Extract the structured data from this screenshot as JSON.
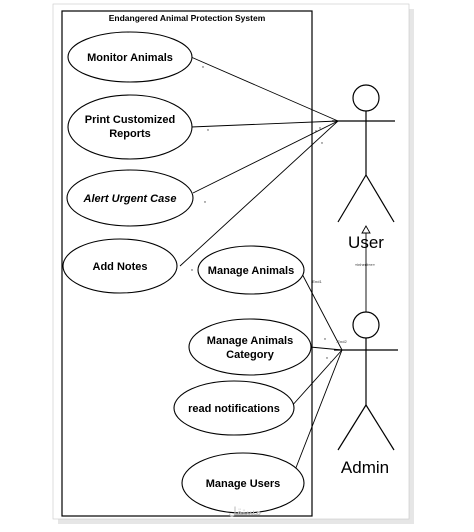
{
  "system": {
    "title": "Endangered Animal Protection System"
  },
  "use_cases": {
    "monitor": "Monitor Animals",
    "print_line1": "Print Customized",
    "print_line2": "Reports",
    "alert": "Alert  Urgent Case",
    "add_notes": "Add Notes",
    "manage_animals": "Manage Animals",
    "category_line1": "Manage Animals",
    "category_line2": "Category",
    "read_notifications": "read notifications",
    "manage_users": "Manage Users"
  },
  "actors": {
    "user": "User",
    "admin": "Admin"
  },
  "annotations": {
    "inherit": "«inherit»e»",
    "end1": "-End1",
    "end2": "-End2"
  },
  "watermark": "مستقل"
}
